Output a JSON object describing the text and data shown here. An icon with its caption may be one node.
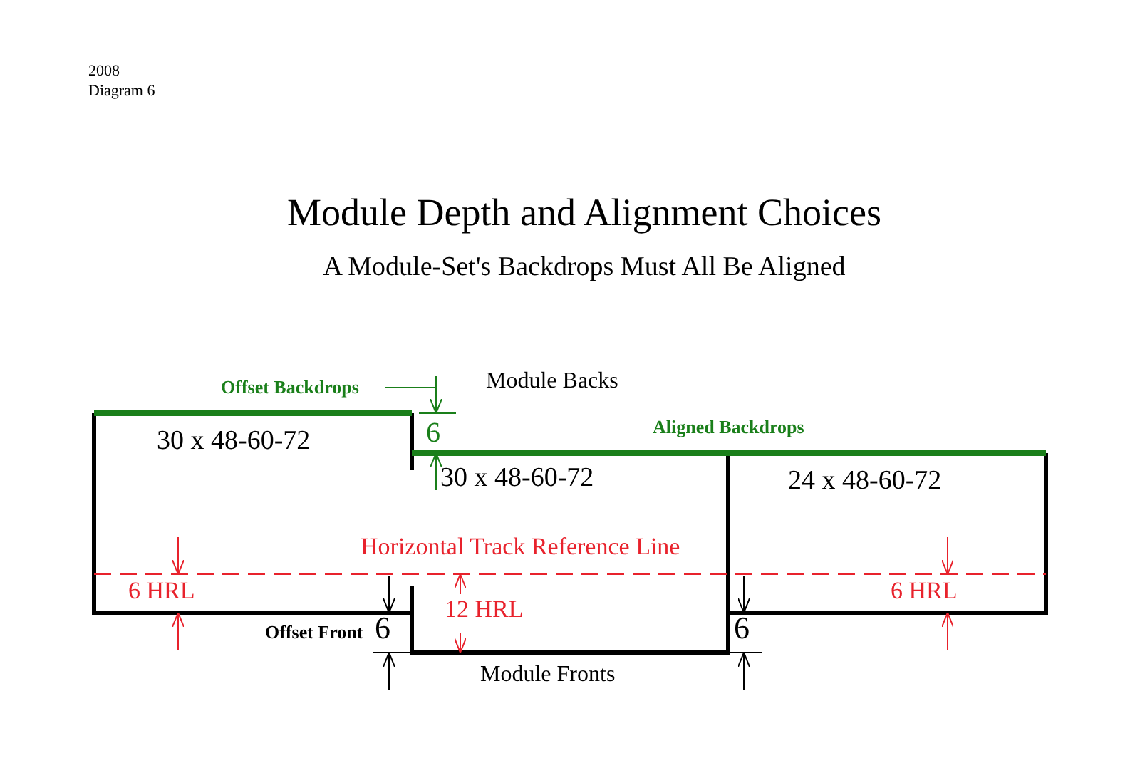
{
  "diagram": {
    "title": "Module Depth and Alignment Choices",
    "nodes": [
      {
        "text": [
          "30 x 48-60-72"
        ]
      },
      {
        "text": [
          "30 x 48-60-72"
        ]
      },
      {
        "text": [
          "24 x 48-60-72"
        ]
      }
    ],
    "labels": [
      "2008",
      "Diagram 6",
      "A Module-Set's Backdrops Must All Be Aligned",
      "Offset Backdrops",
      "Module Backs",
      "6",
      "Aligned Backdrops",
      "Horizontal Track Reference Line",
      "6 HRL",
      "12 HRL",
      "6 HRL",
      "Offset Front",
      "6",
      "6",
      "Module Fronts"
    ]
  }
}
